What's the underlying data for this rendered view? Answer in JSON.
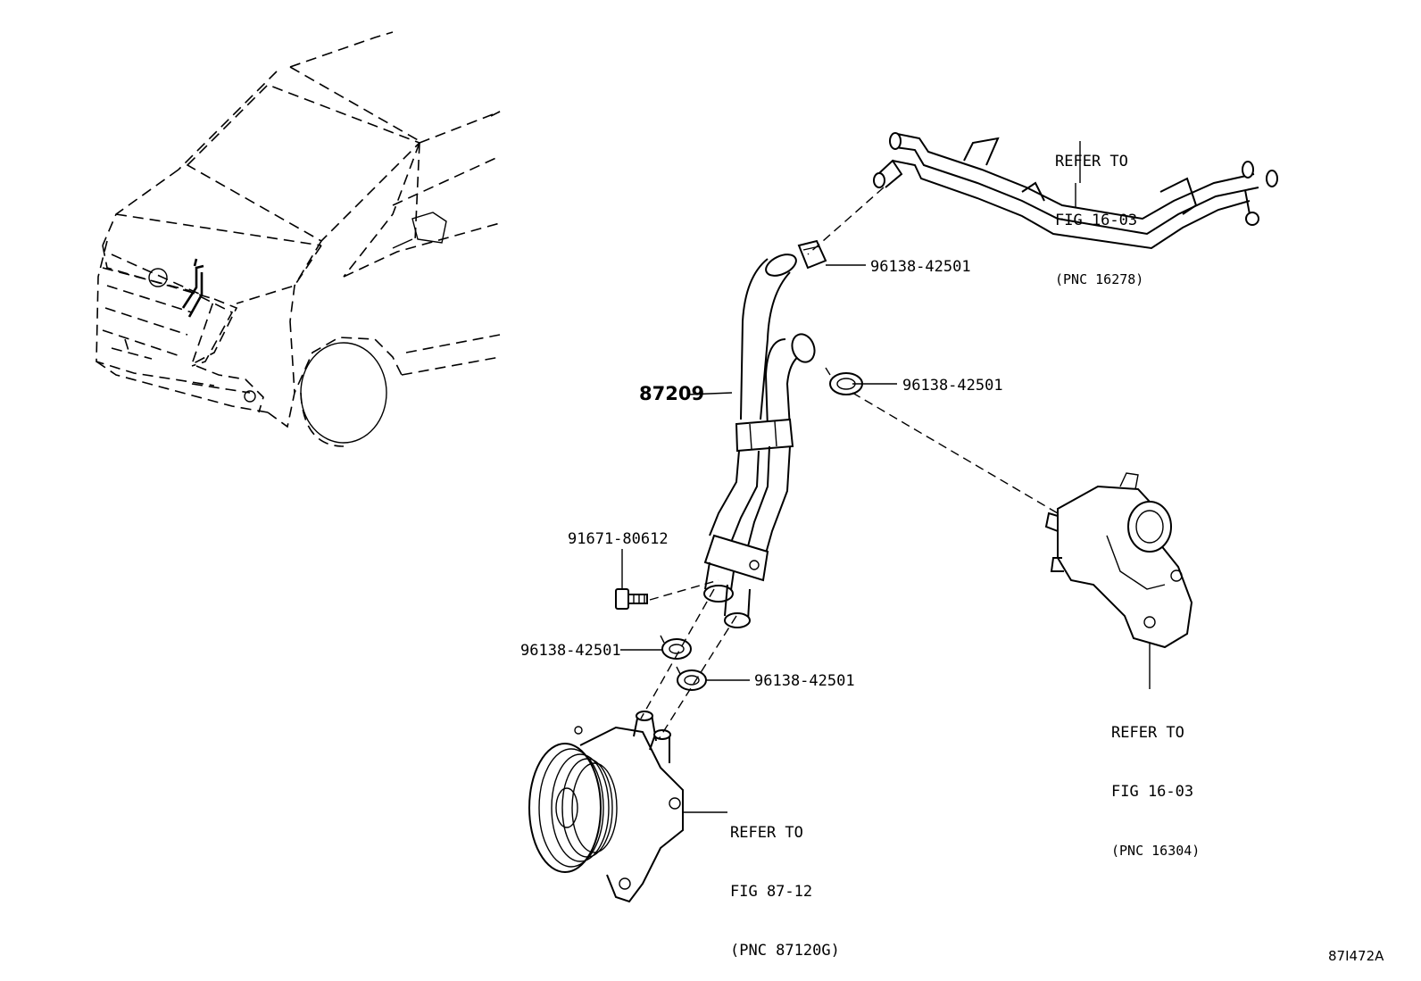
{
  "diagram": {
    "illustration_code": "87I472A",
    "parts": [
      {
        "part_number": "87209"
      },
      {
        "part_number": "96138-42501"
      },
      {
        "part_number": "96138-42501"
      },
      {
        "part_number": "91671-80612"
      },
      {
        "part_number": "96138-42501"
      },
      {
        "part_number": "96138-42501"
      }
    ],
    "references": [
      {
        "line1": "REFER TO",
        "line2": "FIG 16-03",
        "line3": "(PNC 16278)"
      },
      {
        "line1": "REFER TO",
        "line2": "FIG 16-03",
        "line3": "(PNC 16304)"
      },
      {
        "line1": "REFER TO",
        "line2": "FIG 87-12",
        "line3": "(PNC 87120G)"
      }
    ]
  }
}
